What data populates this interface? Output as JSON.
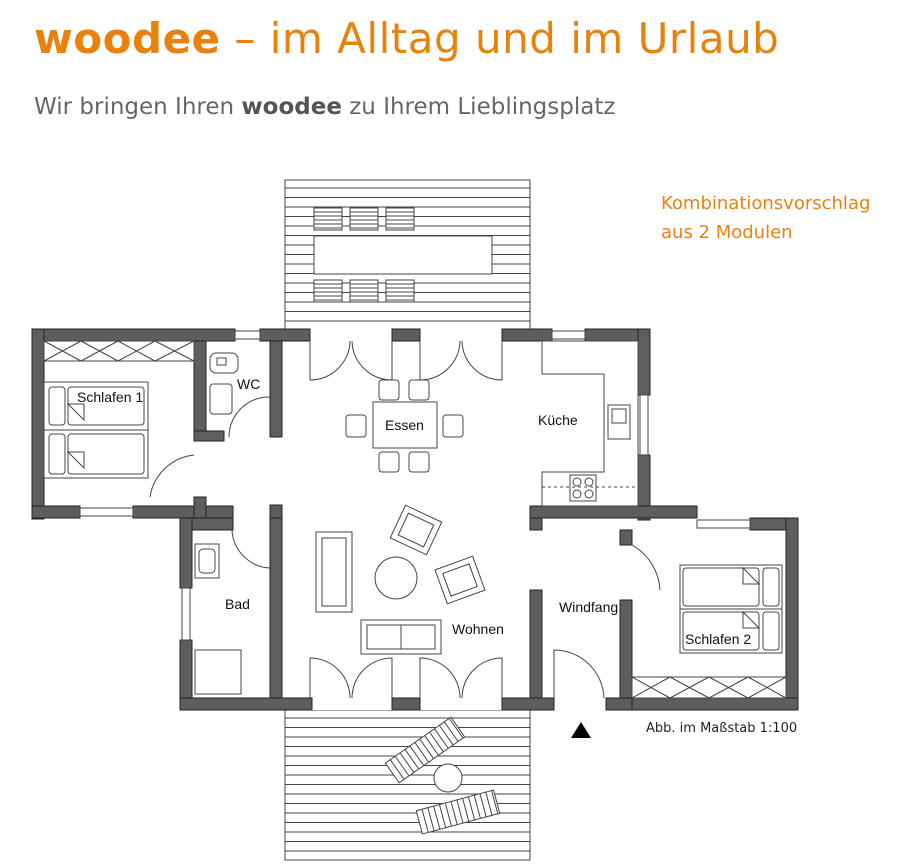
{
  "header": {
    "title_brand": "woodee",
    "title_rest": " – im Alltag und im Urlaub",
    "subtitle_pre": "Wir bringen Ihren ",
    "subtitle_brand": "woodee",
    "subtitle_post": " zu Ihrem Lieblingsplatz"
  },
  "note": {
    "line1": "Kombinationsvorschlag",
    "line2": "aus 2 Modulen"
  },
  "scale_text": "Abb. im Maßstab 1:100",
  "rooms": {
    "schlafen1": "Schlafen 1",
    "wc": "WC",
    "essen": "Essen",
    "kueche": "Küche",
    "bad": "Bad",
    "wohnen": "Wohnen",
    "windfang": "Windfang",
    "schlafen2": "Schlafen 2"
  },
  "colors": {
    "accent": "#e8820c",
    "wall": "#5e5e5e"
  }
}
